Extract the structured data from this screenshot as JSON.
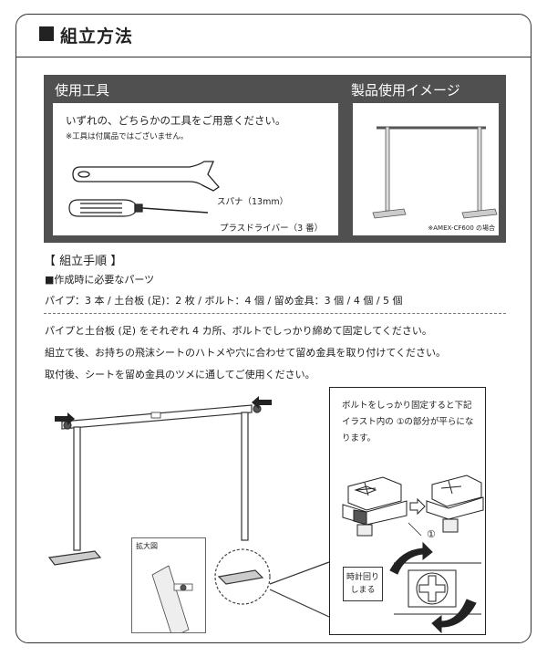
{
  "header": {
    "title": "組立方法"
  },
  "tools": {
    "title": "使用工具",
    "instruction": "いずれの、どちらかの工具をご用意ください。",
    "note": "※工具は付属品ではございません。",
    "spanner_label": "スパナ（13mm）",
    "driver_label": "プラスドライバー（3 番）"
  },
  "usage_image": {
    "title": "製品使用イメージ",
    "caption": "※AMEX-CF600 の場合"
  },
  "procedure": {
    "title": "【 組立手順 】",
    "parts_heading": "■作成時に必要なパーツ",
    "parts_list": "パイプ：3 本 / 土台板 (足)：2 枚 / ボルト：4 個 / 留め金具：3 個 / 4 個 / 5 個",
    "steps": [
      "パイプと土台板 (足) をそれぞれ 4 カ所、ボルトでしっかり締めて固定してください。",
      "組立て後、お持ちの飛沫シートのハトメや穴に合わせて留め金具を取り付けてください。",
      "取付後、シートを留め金具のツメに通してご使用ください。"
    ]
  },
  "detail": {
    "text": "ボルトをしっかり固定すると下記イラスト内の ①の部分が平らになります。",
    "marker": "①",
    "rotate_label": "時計回りしまる",
    "zoom_label": "拡大図"
  },
  "colors": {
    "dark_panel": "#505050",
    "line": "#222222"
  }
}
